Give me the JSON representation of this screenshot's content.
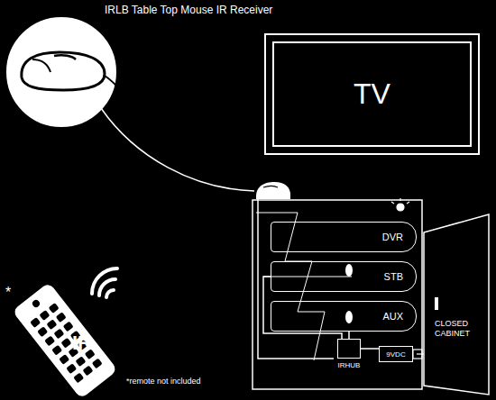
{
  "diagram": {
    "title": "IRLB Table Top Mouse IR Receiver",
    "nodes": [
      {
        "text": [
          "TV"
        ]
      },
      {
        "text": [
          "DVR"
        ]
      },
      {
        "text": [
          "STB"
        ]
      },
      {
        "text": [
          "AUX"
        ]
      },
      {
        "text": [
          "IRHUB"
        ]
      },
      {
        "text": [
          "9VDC"
        ]
      },
      {
        "text": [
          "CLOSED CABINET"
        ]
      }
    ],
    "edges": [
      {
        "from": 4,
        "to": 2,
        "arrow": "none"
      },
      {
        "from": 4,
        "to": 3,
        "arrow": "none"
      },
      {
        "from": 4,
        "to": 5,
        "arrow": "none"
      }
    ],
    "labels": [
      "IR",
      "*",
      "*remote not included"
    ]
  }
}
